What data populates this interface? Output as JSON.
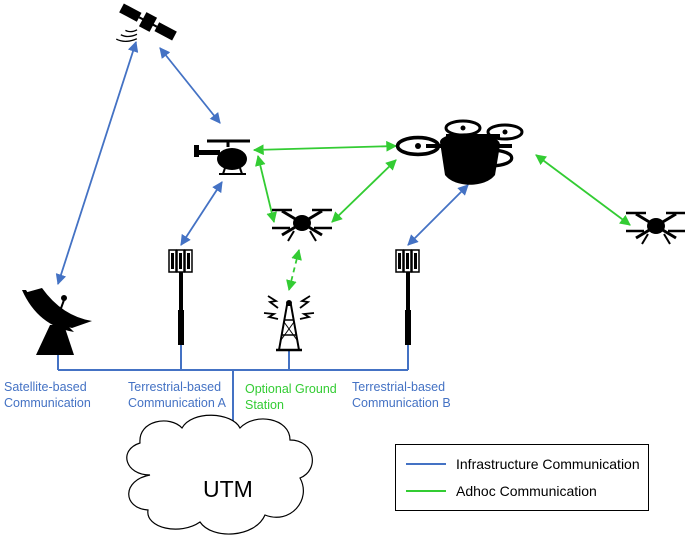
{
  "labels": {
    "satellite_line1": "Satellite-based",
    "satellite_line2": "Communication",
    "terrestrial_a_line1": "Terrestrial-based",
    "terrestrial_a_line2": "Communication A",
    "ground_line1": "Optional Ground",
    "ground_line2": "Station",
    "terrestrial_b_line1": "Terrestrial-based",
    "terrestrial_b_line2": "Communication B"
  },
  "cloud": {
    "label": "UTM"
  },
  "legend": {
    "infrastructure": "Infrastructure Communication",
    "adhoc": "Adhoc Communication"
  },
  "colors": {
    "infrastructure": "#4472c4",
    "adhoc": "#33cc33",
    "icon": "#000000"
  },
  "icons": [
    "satellite-icon",
    "helicopter-icon",
    "large-drone-icon",
    "small-drone-icon",
    "cell-tower-icon",
    "radio-tower-icon",
    "satellite-dish-icon",
    "cloud-icon"
  ]
}
